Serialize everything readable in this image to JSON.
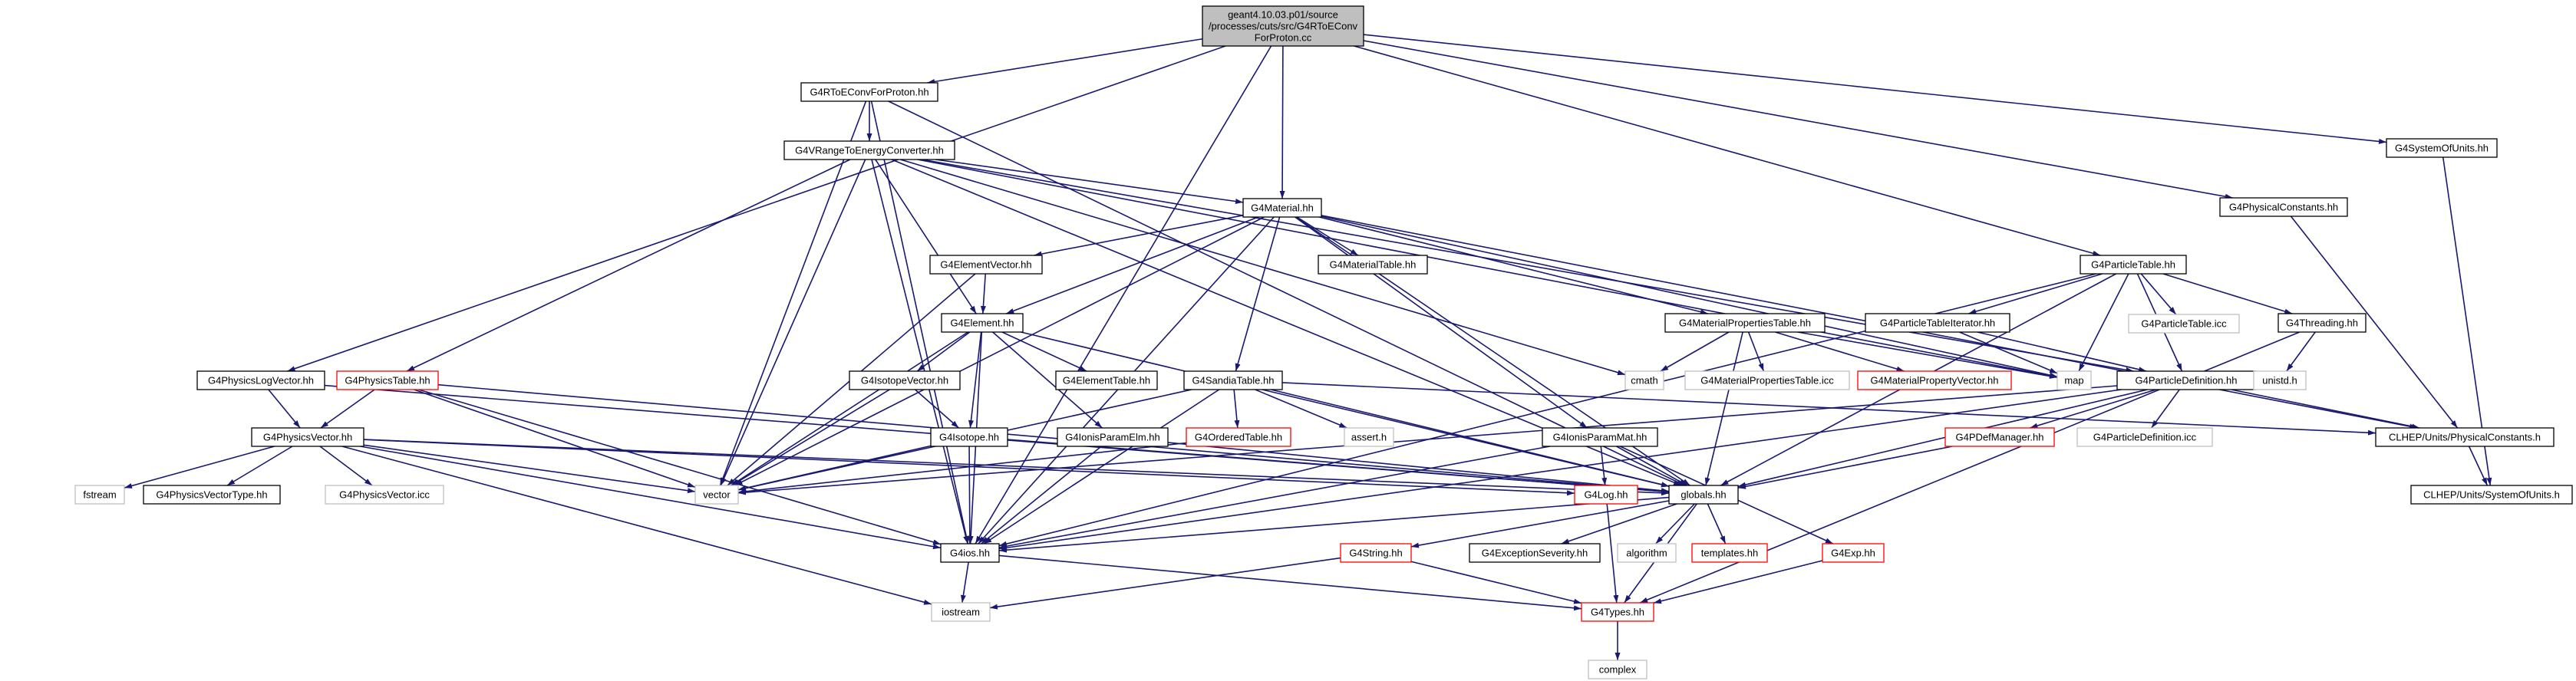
{
  "colors": {
    "edge": "#191970",
    "box_black": "#000000",
    "box_red": "#ff0000",
    "box_gray": "#bfbfbf",
    "root_fill": "#bfbfbf",
    "text": "#000000"
  },
  "nodes": [
    {
      "id": "root",
      "label": "geant4.10.03.p01/source\n/processes/cuts/src/G4RToEConv\nForProton.cc",
      "style": "root"
    },
    {
      "id": "g4rtoeconvforproton",
      "label": "G4RToEConvForProton.hh",
      "style": "black"
    },
    {
      "id": "g4vrangetoenergyconverter",
      "label": "G4VRangeToEnergyConverter.hh",
      "style": "black"
    },
    {
      "id": "g4material",
      "label": "G4Material.hh",
      "style": "black"
    },
    {
      "id": "g4systemofunits",
      "label": "G4SystemOfUnits.hh",
      "style": "black"
    },
    {
      "id": "g4physicalconstants",
      "label": "G4PhysicalConstants.hh",
      "style": "black"
    },
    {
      "id": "g4particletable",
      "label": "G4ParticleTable.hh",
      "style": "black"
    },
    {
      "id": "g4elementvector",
      "label": "G4ElementVector.hh",
      "style": "black"
    },
    {
      "id": "g4materialtable",
      "label": "G4MaterialTable.hh",
      "style": "black"
    },
    {
      "id": "g4element",
      "label": "G4Element.hh",
      "style": "black"
    },
    {
      "id": "g4materialpropertiestable",
      "label": "G4MaterialPropertiesTable.hh",
      "style": "black"
    },
    {
      "id": "g4particletableiterator",
      "label": "G4ParticleTableIterator.hh",
      "style": "black"
    },
    {
      "id": "g4particletableicc",
      "label": "G4ParticleTable.icc",
      "style": "gray"
    },
    {
      "id": "g4threading",
      "label": "G4Threading.hh",
      "style": "black"
    },
    {
      "id": "g4physicslogvector",
      "label": "G4PhysicsLogVector.hh",
      "style": "black"
    },
    {
      "id": "g4physicstable",
      "label": "G4PhysicsTable.hh",
      "style": "red"
    },
    {
      "id": "g4isotopevector",
      "label": "G4IsotopeVector.hh",
      "style": "black"
    },
    {
      "id": "g4elementtable",
      "label": "G4ElementTable.hh",
      "style": "black"
    },
    {
      "id": "g4sandiatable",
      "label": "G4SandiaTable.hh",
      "style": "black"
    },
    {
      "id": "cmath",
      "label": "cmath",
      "style": "gray"
    },
    {
      "id": "g4materialpropertiesicc",
      "label": "G4MaterialPropertiesTable.icc",
      "style": "gray"
    },
    {
      "id": "g4materialpropertyvector",
      "label": "G4MaterialPropertyVector.hh",
      "style": "red"
    },
    {
      "id": "map",
      "label": "map",
      "style": "gray"
    },
    {
      "id": "g4particledefinition",
      "label": "G4ParticleDefinition.hh",
      "style": "black"
    },
    {
      "id": "unistd",
      "label": "unistd.h",
      "style": "gray"
    },
    {
      "id": "g4physicsvector",
      "label": "G4PhysicsVector.hh",
      "style": "black"
    },
    {
      "id": "g4isotope",
      "label": "G4Isotope.hh",
      "style": "black"
    },
    {
      "id": "g4ionisparamelm",
      "label": "G4IonisParamElm.hh",
      "style": "black"
    },
    {
      "id": "g4orderedtable",
      "label": "G4OrderedTable.hh",
      "style": "red"
    },
    {
      "id": "asserth",
      "label": "assert.h",
      "style": "gray"
    },
    {
      "id": "g4ionisparammat",
      "label": "G4IonisParamMat.hh",
      "style": "black"
    },
    {
      "id": "g4pdefmanager",
      "label": "G4PDefManager.hh",
      "style": "red"
    },
    {
      "id": "g4particledefinitionicc",
      "label": "G4ParticleDefinition.icc",
      "style": "gray"
    },
    {
      "id": "clhepphysconst",
      "label": "CLHEP/Units/PhysicalConstants.h",
      "style": "black"
    },
    {
      "id": "fstream",
      "label": "fstream",
      "style": "gray"
    },
    {
      "id": "g4physicsvectortype",
      "label": "G4PhysicsVectorType.hh",
      "style": "black"
    },
    {
      "id": "g4physicsvectoricc",
      "label": "G4PhysicsVector.icc",
      "style": "gray"
    },
    {
      "id": "vector",
      "label": "vector",
      "style": "gray"
    },
    {
      "id": "g4log",
      "label": "G4Log.hh",
      "style": "red"
    },
    {
      "id": "globals",
      "label": "globals.hh",
      "style": "black"
    },
    {
      "id": "clhepsysunits",
      "label": "CLHEP/Units/SystemOfUnits.h",
      "style": "black"
    },
    {
      "id": "g4ios",
      "label": "G4ios.hh",
      "style": "black"
    },
    {
      "id": "g4string",
      "label": "G4String.hh",
      "style": "red"
    },
    {
      "id": "g4exceptionseverity",
      "label": "G4ExceptionSeverity.hh",
      "style": "black"
    },
    {
      "id": "algorithm",
      "label": "algorithm",
      "style": "gray"
    },
    {
      "id": "templates",
      "label": "templates.hh",
      "style": "red"
    },
    {
      "id": "g4exp",
      "label": "G4Exp.hh",
      "style": "red"
    },
    {
      "id": "iostream",
      "label": "iostream",
      "style": "gray"
    },
    {
      "id": "g4types",
      "label": "G4Types.hh",
      "style": "red"
    },
    {
      "id": "complex",
      "label": "complex",
      "style": "gray"
    }
  ],
  "edges": [
    [
      "root",
      "g4rtoeconvforproton"
    ],
    [
      "root",
      "g4material"
    ],
    [
      "root",
      "g4systemofunits"
    ],
    [
      "root",
      "g4physicalconstants"
    ],
    [
      "root",
      "g4particletable"
    ],
    [
      "root",
      "g4physicslogvector"
    ],
    [
      "root",
      "g4ios"
    ],
    [
      "g4rtoeconvforproton",
      "g4vrangetoenergyconverter"
    ],
    [
      "g4rtoeconvforproton",
      "globals"
    ],
    [
      "g4rtoeconvforproton",
      "vector"
    ],
    [
      "g4rtoeconvforproton",
      "g4ios"
    ],
    [
      "g4vrangetoenergyconverter",
      "g4material"
    ],
    [
      "g4vrangetoenergyconverter",
      "g4element"
    ],
    [
      "g4vrangetoenergyconverter",
      "g4physicstable"
    ],
    [
      "g4vrangetoenergyconverter",
      "globals"
    ],
    [
      "g4vrangetoenergyconverter",
      "vector"
    ],
    [
      "g4vrangetoenergyconverter",
      "g4ios"
    ],
    [
      "g4vrangetoenergyconverter",
      "cmath"
    ],
    [
      "g4vrangetoenergyconverter",
      "g4particledefinition"
    ],
    [
      "g4vrangetoenergyconverter",
      "map"
    ],
    [
      "g4material",
      "g4elementvector"
    ],
    [
      "g4material",
      "g4materialtable"
    ],
    [
      "g4material",
      "g4element"
    ],
    [
      "g4material",
      "g4materialpropertiestable"
    ],
    [
      "g4material",
      "g4sandiatable"
    ],
    [
      "g4material",
      "g4ionisparammat"
    ],
    [
      "g4material",
      "globals"
    ],
    [
      "g4material",
      "vector"
    ],
    [
      "g4material",
      "g4ios"
    ],
    [
      "g4material",
      "clhepphysconst"
    ],
    [
      "g4material",
      "map"
    ],
    [
      "g4systemofunits",
      "clhepsysunits"
    ],
    [
      "g4physicalconstants",
      "clhepphysconst"
    ],
    [
      "g4particletable",
      "g4particletableiterator"
    ],
    [
      "g4particletable",
      "g4particletableicc"
    ],
    [
      "g4particletable",
      "g4threading"
    ],
    [
      "g4particletable",
      "g4particledefinition"
    ],
    [
      "g4particletable",
      "map"
    ],
    [
      "g4particletable",
      "globals"
    ],
    [
      "g4particletable",
      "g4ios"
    ],
    [
      "g4elementvector",
      "g4element"
    ],
    [
      "g4elementvector",
      "vector"
    ],
    [
      "g4element",
      "g4isotopevector"
    ],
    [
      "g4element",
      "g4elementtable"
    ],
    [
      "g4element",
      "g4isotope"
    ],
    [
      "g4element",
      "g4ionisparamelm"
    ],
    [
      "g4element",
      "globals"
    ],
    [
      "g4element",
      "vector"
    ],
    [
      "g4element",
      "g4ios"
    ],
    [
      "g4materialpropertiestable",
      "cmath"
    ],
    [
      "g4materialpropertiestable",
      "g4materialpropertiesicc"
    ],
    [
      "g4materialpropertiestable",
      "g4materialpropertyvector"
    ],
    [
      "g4materialpropertiestable",
      "map"
    ],
    [
      "g4materialpropertiestable",
      "globals"
    ],
    [
      "g4particletableiterator",
      "g4particledefinition"
    ],
    [
      "g4particletableiterator",
      "map"
    ],
    [
      "g4threading",
      "unistd"
    ],
    [
      "g4threading",
      "g4types"
    ],
    [
      "g4physicslogvector",
      "g4physicsvector"
    ],
    [
      "g4physicslogvector",
      "globals"
    ],
    [
      "g4physicstable",
      "g4physicsvector"
    ],
    [
      "g4physicstable",
      "globals"
    ],
    [
      "g4physicstable",
      "vector"
    ],
    [
      "g4physicstable",
      "g4ios"
    ],
    [
      "g4isotopevector",
      "g4isotope"
    ],
    [
      "g4isotopevector",
      "vector"
    ],
    [
      "g4sandiatable",
      "g4orderedtable"
    ],
    [
      "g4sandiatable",
      "asserth"
    ],
    [
      "g4sandiatable",
      "globals"
    ],
    [
      "g4sandiatable",
      "vector"
    ],
    [
      "g4sandiatable",
      "g4ios"
    ],
    [
      "g4sandiatable",
      "clhepphysconst"
    ],
    [
      "g4particledefinition",
      "g4pdefmanager"
    ],
    [
      "g4particledefinition",
      "g4particledefinitionicc"
    ],
    [
      "g4particledefinition",
      "clhepphysconst"
    ],
    [
      "g4particledefinition",
      "globals"
    ],
    [
      "g4particledefinition",
      "g4ios"
    ],
    [
      "g4particledefinition",
      "vector"
    ],
    [
      "g4physicsvector",
      "fstream"
    ],
    [
      "g4physicsvector",
      "g4physicsvectortype"
    ],
    [
      "g4physicsvector",
      "g4physicsvectoricc"
    ],
    [
      "g4physicsvector",
      "vector"
    ],
    [
      "g4physicsvector",
      "g4log"
    ],
    [
      "g4physicsvector",
      "globals"
    ],
    [
      "g4physicsvector",
      "g4ios"
    ],
    [
      "g4physicsvector",
      "iostream"
    ],
    [
      "g4isotope",
      "globals"
    ],
    [
      "g4isotope",
      "vector"
    ],
    [
      "g4isotope",
      "g4ios"
    ],
    [
      "g4ionisparamelm",
      "globals"
    ],
    [
      "g4ionisparamelm",
      "g4ios"
    ],
    [
      "g4orderedtable",
      "vector"
    ],
    [
      "g4ionisparammat",
      "g4log"
    ],
    [
      "g4ionisparammat",
      "globals"
    ],
    [
      "g4ionisparammat",
      "g4ios"
    ],
    [
      "g4ionisparammat",
      "g4exp"
    ],
    [
      "g4pdefmanager",
      "globals"
    ],
    [
      "clhepphysconst",
      "clhepsysunits"
    ],
    [
      "g4log",
      "g4types"
    ],
    [
      "globals",
      "g4ios"
    ],
    [
      "globals",
      "g4string"
    ],
    [
      "globals",
      "g4exceptionseverity"
    ],
    [
      "globals",
      "algorithm"
    ],
    [
      "globals",
      "templates"
    ],
    [
      "globals",
      "g4types"
    ],
    [
      "g4ios",
      "iostream"
    ],
    [
      "g4ios",
      "g4types"
    ],
    [
      "g4string",
      "iostream"
    ],
    [
      "g4string",
      "g4types"
    ],
    [
      "g4exp",
      "g4types"
    ],
    [
      "g4types",
      "complex"
    ]
  ]
}
